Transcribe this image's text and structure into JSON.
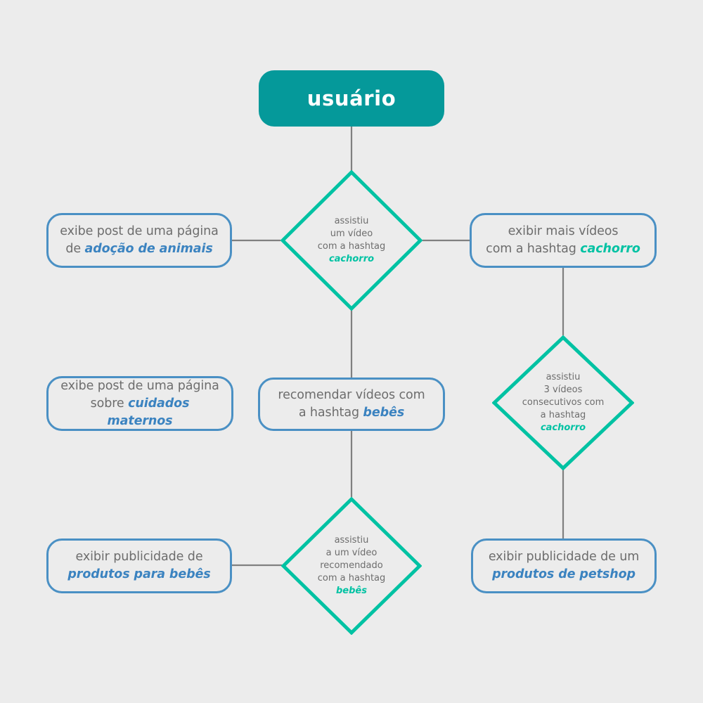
{
  "diagram": {
    "title_node": {
      "label": "usuário",
      "fill": "#05999a",
      "text_color": "#ffffff"
    },
    "colors": {
      "background": "#ececec",
      "box_border": "#4a90c4",
      "diamond_stroke": "#00c2a3",
      "connector": "#808080",
      "body_text": "#6d6d6d",
      "emphasis_blue": "#3b83c0",
      "emphasis_teal": "#00c2a3"
    },
    "decisions": [
      {
        "id": "decision-assistiu-video-cachorro",
        "lines": [
          "assistiu",
          "um vídeo",
          "com a hashtag"
        ],
        "emphasis": "cachorro"
      },
      {
        "id": "decision-assistiu-3-videos-cachorro",
        "lines": [
          "assistiu",
          "3 vídeos",
          "consecutivos com",
          "a hashtag"
        ],
        "emphasis": "cachorro"
      },
      {
        "id": "decision-assistiu-video-recomendado-bebes",
        "lines": [
          "assistiu",
          "a um vídeo",
          "recomendado",
          "com a hashtag"
        ],
        "emphasis": "bebês"
      }
    ],
    "actions": [
      {
        "id": "action-post-adocao-animais",
        "prefix": "exibe post de uma página\nde ",
        "emphasis": "adoção de animais",
        "emphasis_color": "blue",
        "line1": "exibe post de uma página",
        "line2_prefix": "de ",
        "line2_emphasis": "adoção de animais"
      },
      {
        "id": "action-exibir-mais-videos-cachorro",
        "line1": "exibir mais vídeos",
        "line2_prefix": "com a hashtag ",
        "line2_emphasis": "cachorro",
        "emphasis_color": "teal"
      },
      {
        "id": "action-post-cuidados-maternos",
        "line1": "exibe post de uma página",
        "line2_prefix": "sobre ",
        "line2_emphasis": "cuidados maternos",
        "emphasis_color": "blue"
      },
      {
        "id": "action-recomendar-videos-bebes",
        "line1": "recomendar vídeos com",
        "line2_prefix": "a hashtag ",
        "line2_emphasis": "bebês",
        "emphasis_color": "blue"
      },
      {
        "id": "action-publicidade-produtos-bebes",
        "line1": "exibir publicidade de",
        "line2_prefix": "",
        "line2_emphasis": "produtos para bebês",
        "emphasis_color": "blue"
      },
      {
        "id": "action-publicidade-produtos-petshop",
        "line1": "exibir publicidade de um",
        "line2_prefix": "",
        "line2_emphasis": "produtos de petshop",
        "emphasis_color": "blue"
      }
    ]
  }
}
